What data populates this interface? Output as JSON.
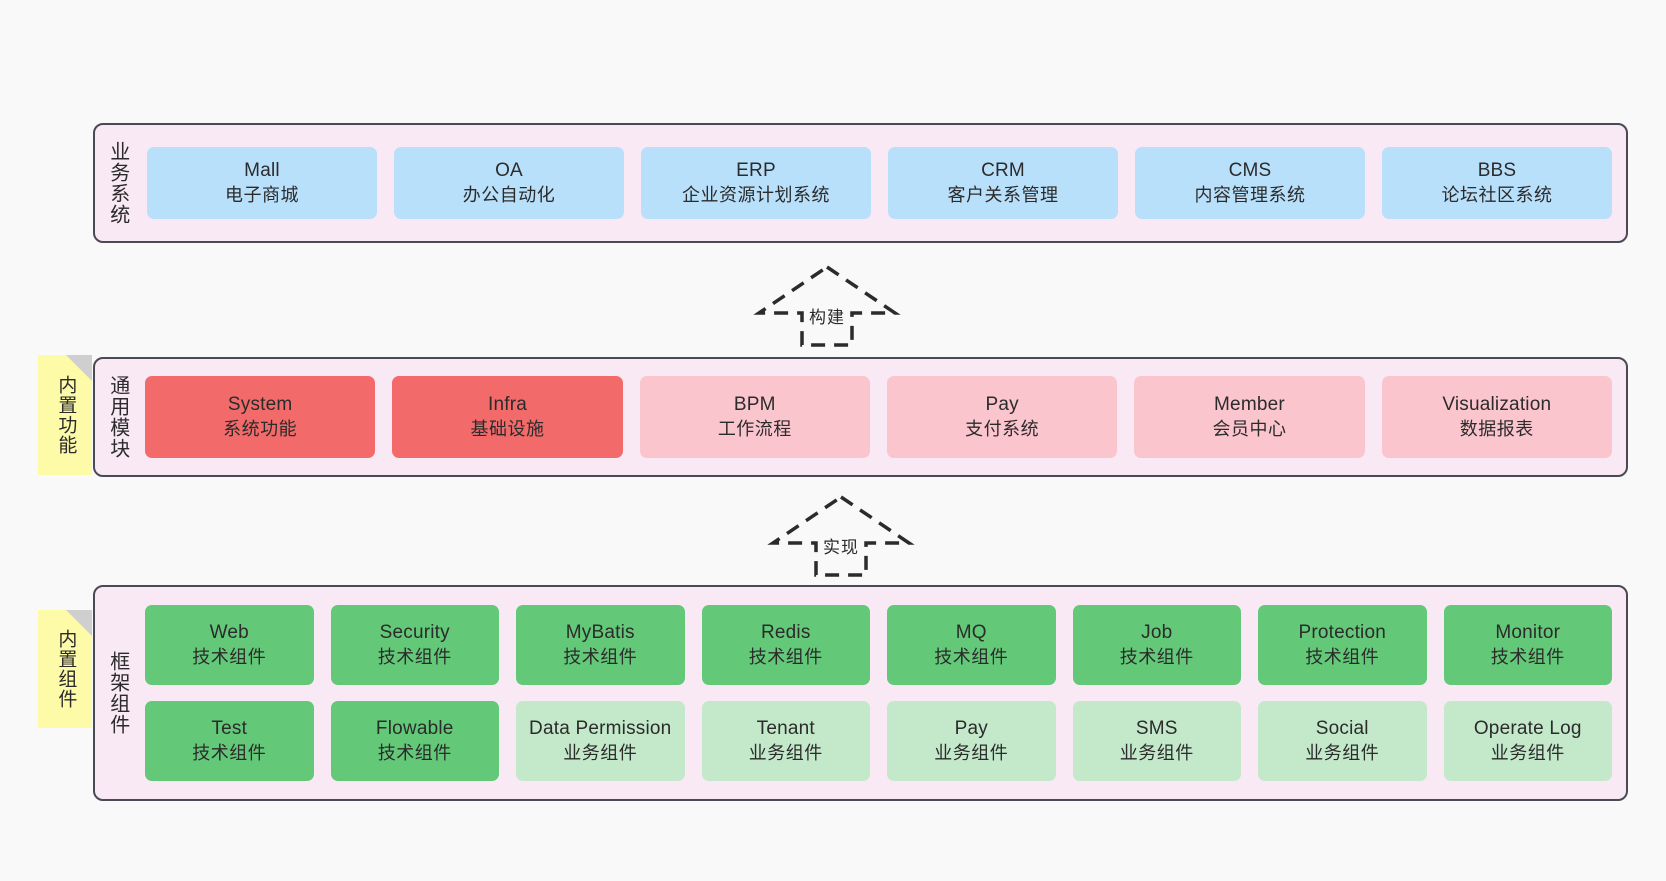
{
  "diagram": {
    "background_color": "#f9f9fa",
    "panel_color": "#f9e9f4",
    "panel_border_color": "#4a4a55",
    "sticky_color": "#fdfaa8"
  },
  "layers": [
    {
      "id": "business-system",
      "title": "业务系统",
      "rows": [
        {
          "cards": [
            {
              "en": "Mall",
              "cn": "电子商城",
              "color": "#b9e0fb"
            },
            {
              "en": "OA",
              "cn": "办公自动化",
              "color": "#b9e0fb"
            },
            {
              "en": "ERP",
              "cn": "企业资源计划系统",
              "color": "#b9e0fb"
            },
            {
              "en": "CRM",
              "cn": "客户关系管理",
              "color": "#b9e0fb"
            },
            {
              "en": "CMS",
              "cn": "内容管理系统",
              "color": "#b9e0fb"
            },
            {
              "en": "BBS",
              "cn": "论坛社区系统",
              "color": "#b9e0fb"
            }
          ]
        }
      ]
    },
    {
      "id": "common-modules",
      "title": "通用模块",
      "sticky": "内置功能",
      "rows": [
        {
          "cards": [
            {
              "en": "System",
              "cn": "系统功能",
              "color": "#f26a6a"
            },
            {
              "en": "Infra",
              "cn": "基础设施",
              "color": "#f26a6a"
            },
            {
              "en": "BPM",
              "cn": "工作流程",
              "color": "#fbc5ce"
            },
            {
              "en": "Pay",
              "cn": "支付系统",
              "color": "#fbc5ce"
            },
            {
              "en": "Member",
              "cn": "会员中心",
              "color": "#fbc5ce"
            },
            {
              "en": "Visualization",
              "cn": "数据报表",
              "color": "#fbc5ce"
            }
          ]
        }
      ]
    },
    {
      "id": "framework-components",
      "title": "框架组件",
      "sticky": "内置组件",
      "rows": [
        {
          "cards": [
            {
              "en": "Web",
              "cn": "技术组件",
              "color": "#63c878"
            },
            {
              "en": "Security",
              "cn": "技术组件",
              "color": "#63c878"
            },
            {
              "en": "MyBatis",
              "cn": "技术组件",
              "color": "#63c878"
            },
            {
              "en": "Redis",
              "cn": "技术组件",
              "color": "#63c878"
            },
            {
              "en": "MQ",
              "cn": "技术组件",
              "color": "#63c878"
            },
            {
              "en": "Job",
              "cn": "技术组件",
              "color": "#63c878"
            },
            {
              "en": "Protection",
              "cn": "技术组件",
              "color": "#63c878"
            },
            {
              "en": "Monitor",
              "cn": "技术组件",
              "color": "#63c878"
            }
          ]
        },
        {
          "cards": [
            {
              "en": "Test",
              "cn": "技术组件",
              "color": "#63c878"
            },
            {
              "en": "Flowable",
              "cn": "技术组件",
              "color": "#63c878"
            },
            {
              "en": "Data Permission",
              "cn": "业务组件",
              "color": "#c3e9ca"
            },
            {
              "en": "Tenant",
              "cn": "业务组件",
              "color": "#c3e9ca"
            },
            {
              "en": "Pay",
              "cn": "业务组件",
              "color": "#c3e9ca"
            },
            {
              "en": "SMS",
              "cn": "业务组件",
              "color": "#c3e9ca"
            },
            {
              "en": "Social",
              "cn": "业务组件",
              "color": "#c3e9ca"
            },
            {
              "en": "Operate Log",
              "cn": "业务组件",
              "color": "#c3e9ca"
            }
          ]
        }
      ]
    }
  ],
  "connectors": [
    {
      "id": "build",
      "label": "构建",
      "direction": "up",
      "style": "dashed-block-arrow"
    },
    {
      "id": "implement",
      "label": "实现",
      "direction": "up",
      "style": "dashed-block-arrow"
    }
  ]
}
